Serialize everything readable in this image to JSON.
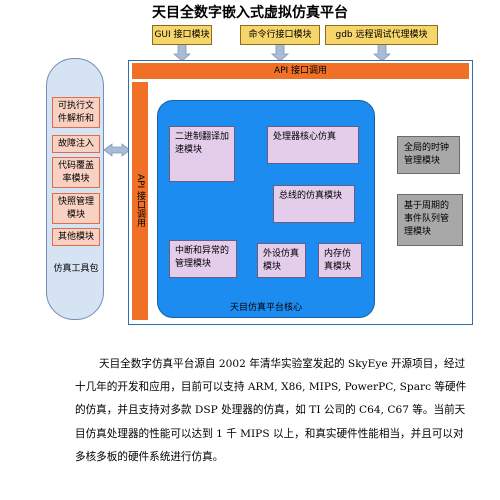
{
  "title": "天目全数字嵌入式虚拟仿真平台",
  "top_boxes": [
    "GUI 接口模块",
    "命令行接口模块",
    "gdb 远程调试代理模块"
  ],
  "api_top": "API 接口调用",
  "api_left": "API 接口调用",
  "left_group": {
    "items": [
      "可执行文件解析和",
      "故障注入",
      "代码覆盖率模块",
      "快照管理模块",
      "其他模块"
    ],
    "label": "仿真工具包"
  },
  "core": {
    "label": "天目仿真平台核心",
    "binary_translate": "二进制翻译加速模块",
    "processor_core": "处理器核心仿真",
    "bus": "总线的仿真模块",
    "interrupt": "中断和异常的管理模块",
    "peripheral": "外设仿真模块",
    "memory": "内存仿真模块"
  },
  "right_boxes": [
    "全局的时钟管理模块",
    "基于周期的事件队列管理模块"
  ],
  "paragraph": "天目全数字仿真平台源自 2002 年清华实验室发起的 SkyEye 开源项目，经过十几年的开发和应用，目前可以支持 ARM, X86, MIPS, PowerPC, Sparc 等硬件的仿真，并且支持对多款 DSP 处理器的仿真，如 TI 公司的 C64, C67 等。当前天目仿真处理器的性能可以达到 1 千 MIPS 以上，和真实硬件性能相当，并且可以对多核多板的硬件系统进行仿真。",
  "colors": {
    "top_box_fill": "#f6d66b",
    "api_orange": "#f07028",
    "core_blue": "#1d8cf0",
    "module_purple": "#e3cdea",
    "right_gray": "#a8a8a8",
    "tool_pink": "#f9d1c2",
    "pill_blue": "#d6e3f3",
    "arrow_gray": "#a9bcd6"
  }
}
